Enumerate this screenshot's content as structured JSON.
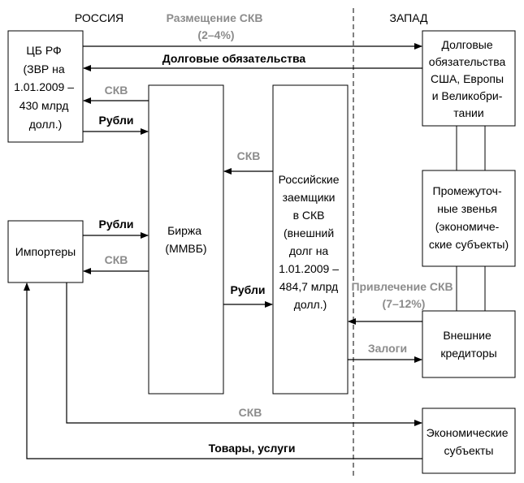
{
  "colors": {
    "line": "#000000",
    "gray_label": "#8c8c8c",
    "background": "#ffffff"
  },
  "regions": {
    "russia": "РОССИЯ",
    "west": "ЗАПАД"
  },
  "boxes": {
    "cb_rf": [
      "ЦБ РФ",
      "(ЗВР на",
      "1.01.2009 –",
      "430 млрд",
      "долл.)"
    ],
    "importers": [
      "Импортеры"
    ],
    "exchange": [
      "Биржа",
      "(ММВБ)"
    ],
    "borrowers": [
      "Российские",
      "заемщики",
      "в СКВ",
      "(внешний",
      "долг на",
      "1.01.2009 –",
      "484,7 млрд",
      "долл.)"
    ],
    "debt_obligations": [
      "Долговые",
      "обязательства",
      "США, Европы",
      "и Великобри-",
      "тании"
    ],
    "intermediaries": [
      "Промежуточ-",
      "ные звенья",
      "(экономиче-",
      "ские субъекты)"
    ],
    "creditors": [
      "Внешние",
      "кредиторы"
    ],
    "economic_subjects": [
      "Экономические",
      "субъекты"
    ]
  },
  "flows": {
    "placement": [
      "Размещение СКВ",
      "(2–4%)"
    ],
    "debt_return": "Долговые обязательства",
    "skv_exchange_to_cb": "СКВ",
    "rubles_cb_to_exchange": "Рубли",
    "skv_borrowers_to_exchange": "СКВ",
    "rubles_importers_to_exchange": "Рубли",
    "skv_exchange_to_importers": "СКВ",
    "rubles_exchange_to_borrowers": "Рубли",
    "attraction": [
      "Привлечение СКВ",
      "(7–12%)"
    ],
    "pledges": "Залоги",
    "skv_importers_to_subjects": "СКВ",
    "goods_services": "Товары, услуги"
  }
}
